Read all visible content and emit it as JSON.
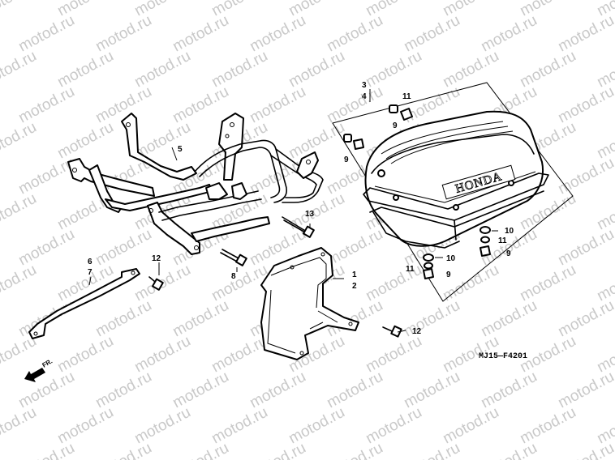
{
  "watermark": "motod.ru",
  "brand_on_case": "HONDA",
  "diagram_code": "MJ15—F4201",
  "front_marker": "FR.",
  "callouts": {
    "c3": "3",
    "c4": "4",
    "c5": "5",
    "c6": "6",
    "c7": "7",
    "c8": "8",
    "c13": "13",
    "c12a": "12",
    "c1": "1",
    "c2": "2",
    "c12b": "12",
    "c11a": "11",
    "c9a": "9",
    "c9b": "9",
    "c10a": "10",
    "c11b": "11",
    "c9c": "9",
    "c10b": "10",
    "c11c": "11",
    "c9d": "9"
  }
}
